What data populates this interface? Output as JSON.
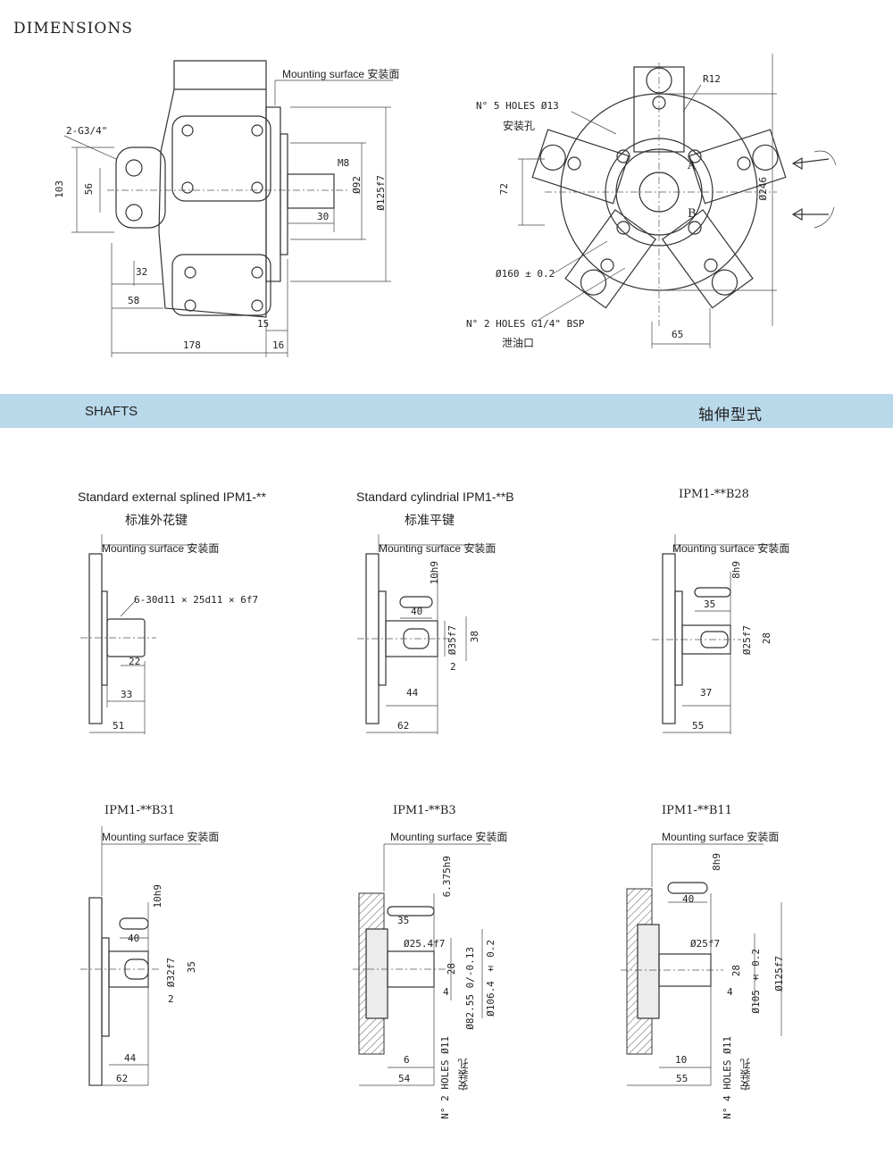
{
  "header": {
    "title": "DIMENSIONS"
  },
  "band": {
    "left": "SHAFTS",
    "right": "轴伸型式"
  },
  "side_view": {
    "mounting": "Mounting surface 安装面",
    "port": "2-G3/4\"",
    "d103": "103",
    "d56": "56",
    "d32": "32",
    "d58": "58",
    "d178": "178",
    "d15": "15",
    "d16": "16",
    "d30": "30",
    "m8": "M8",
    "d92": "Ø92",
    "d125": "Ø125f7"
  },
  "front_view": {
    "holes": "N° 5 HOLES Ø13",
    "holes_cn": "安装孔",
    "r12": "R12",
    "d72": "72",
    "d160": "Ø160 ± 0.2",
    "drain": "N° 2 HOLES G1/4\" BSP",
    "drain_cn": "泄油口",
    "d65": "65",
    "d246": "Ø246",
    "a": "A",
    "b": "B"
  },
  "shafts": {
    "s1": {
      "title": "Standard external splined IPM1-**",
      "cn": "标准外花键",
      "mount": "Mounting surface 安装面",
      "spline": "6-30d11 × 25d11 × 6f7",
      "d22": "22",
      "d33": "33",
      "d51": "51"
    },
    "s2": {
      "title": "Standard cylindrial IPM1-**B",
      "cn": "标准平键",
      "mount": "Mounting surface 安装面",
      "key": "10h9",
      "d40": "40",
      "d35": "Ø35f7",
      "d38": "38",
      "d2": "2",
      "d44": "44",
      "d62": "62"
    },
    "s3": {
      "title": "IPM1-**B28",
      "mount": "Mounting surface 安装面",
      "key": "8h9",
      "d35": "35",
      "d25": "Ø25f7",
      "d28": "28",
      "d37": "37",
      "d55": "55"
    },
    "s4": {
      "title": "IPM1-**B31",
      "mount": "Mounting surface 安装面",
      "key": "10h9",
      "d40": "40",
      "d32": "Ø32f7",
      "d35": "35",
      "d2": "2",
      "d44": "44",
      "d62": "62"
    },
    "s5": {
      "title": "IPM1-**B3",
      "mount": "Mounting surface 安装面",
      "key": "6.375h9",
      "d35": "35",
      "d254": "Ø25.4f7",
      "d28": "28",
      "d825": "Ø82.55 0/-0.13",
      "d1064": "Ø106.4 ± 0.2",
      "d4": "4",
      "d6": "6",
      "d54": "54",
      "holes": "N° 2 HOLES Ø11",
      "holes_cn": "安装孔"
    },
    "s6": {
      "title": "IPM1-**B11",
      "mount": "Mounting surface 安装面",
      "key": "8h9",
      "d40": "40",
      "d25": "Ø25f7",
      "d28": "28",
      "d105": "Ø105 ± 0.2",
      "d125": "Ø125f7",
      "d4": "4",
      "d10": "10",
      "d55": "55",
      "holes": "N° 4 HOLES Ø11",
      "holes_cn": "安装孔"
    }
  }
}
